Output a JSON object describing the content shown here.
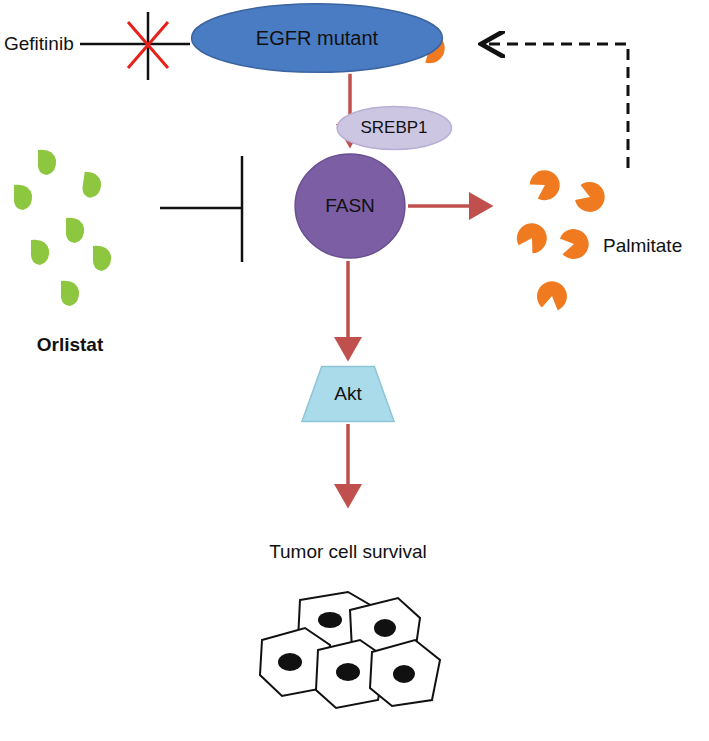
{
  "diagram": {
    "nodes": [
      {
        "text": [
          "EGFR mutant"
        ]
      },
      {
        "text": [
          "SREBP1"
        ]
      },
      {
        "text": [
          "FASN"
        ]
      },
      {
        "text": [
          "Akt"
        ]
      }
    ],
    "edges": [
      {
        "from": 0,
        "to": 2,
        "arrow": "to"
      },
      {
        "from": 2,
        "to": 3,
        "arrow": "to"
      }
    ],
    "labels": [
      "Gefitinib",
      "Orlistat",
      "Palmitate",
      "Tumor cell survival"
    ]
  }
}
